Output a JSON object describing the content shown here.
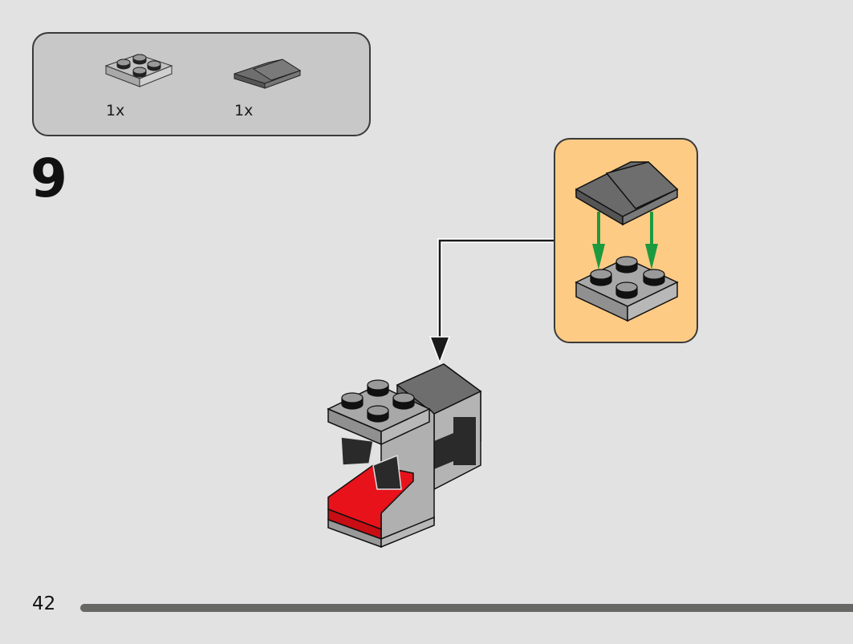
{
  "parts_list": {
    "items": [
      {
        "name": "Plate 2x2",
        "color": "light-bluish-gray",
        "quantity": "1x"
      },
      {
        "name": "Slope 2x2 double",
        "color": "dark-bluish-gray",
        "quantity": "1x"
      }
    ]
  },
  "step": {
    "number": "9"
  },
  "callout": {
    "background": "#fecb85",
    "arrow_color": "#1e9a3e"
  },
  "footer": {
    "page_number": "42",
    "progress_fraction": 1.0
  }
}
